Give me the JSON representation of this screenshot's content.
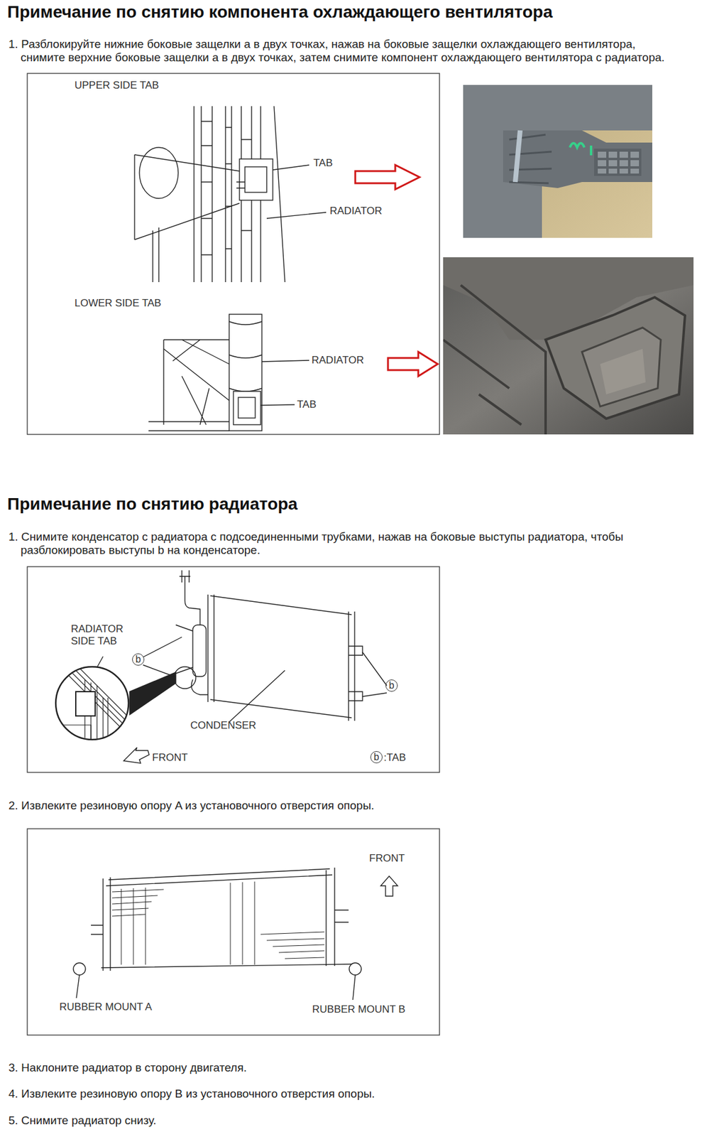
{
  "diagram": {
    "title": "Примечание по снятию компонента охлаждающего вентилятора",
    "labels": [
      "1. Разблокируйте нижние боковые защелки a в двух точках, нажав на боковые защелки охлаждающего вентилятора, снимите верхние боковые защелки a в двух точках, затем снимите компонент охлаждающего вентилятора с радиатора.",
      "UPPER SIDE TAB",
      "TAB",
      "RADIATOR",
      "LOWER SIDE TAB",
      "RADIATOR",
      "TAB",
      "Примечание по снятию радиатора",
      "1. Снимите конденсатор с радиатора с подсоединенными трубками, нажав на боковые выступы радиатора, чтобы разблокировать выступы b на конденсаторе.",
      "RADIATOR SIDE TAB",
      "b",
      "b",
      "CONDENSER",
      "FRONT",
      "b",
      ":TAB",
      "2. Извлеките резиновую опору A из установочного отверстия опоры.",
      "FRONT",
      "RUBBER MOUNT A",
      "RUBBER MOUNT B",
      "3. Наклоните радиатор в сторону двигателя.",
      "4. Извлеките резиновую опору B из установочного отверстия опоры.",
      "5. Снимите радиатор снизу."
    ]
  }
}
